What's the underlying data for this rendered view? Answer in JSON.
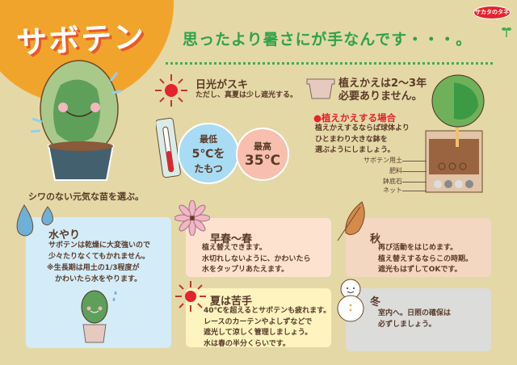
{
  "header": {
    "title": "サボテン",
    "subtitle": "思ったより暑さにが手なんです・・・。",
    "logo": "サカタのタネ"
  },
  "main_plant": {
    "caption": "シワのない元気な苗を選ぶ。"
  },
  "sunlight": {
    "title": "日光がスキ",
    "note": "ただし、真夏は少し遮光する。"
  },
  "temperature": {
    "min_label": "最低",
    "min_value": "5℃を",
    "min_suffix": "たもつ",
    "max_label": "最高",
    "max_value": "35℃"
  },
  "repot": {
    "title_line1": "植えかえは2〜3年",
    "title_line2": "必要ありません。",
    "case_title": "●植えかえする場合",
    "case_lines": [
      "植えかえするならば球体より",
      "ひとまわり大きな鉢を",
      "選ぶようにしましょう。"
    ]
  },
  "pot_diagram": {
    "labels": [
      "サボテン用土",
      "肥料",
      "鉢底石",
      "ネット"
    ]
  },
  "watering": {
    "title": "水やり",
    "lines": [
      "サボテンは乾燥に大変強いので",
      "少々たりなくてもかれません。"
    ],
    "note_lines": [
      "※生長期は用土の1/3程度が",
      "かわいたら水をやります。"
    ]
  },
  "spring": {
    "title": "早春〜春",
    "lines": [
      "植え替えできます。",
      "水切れしないように、かわいたら",
      "水をタップリあたえます。"
    ]
  },
  "summer": {
    "title": "夏は苦手",
    "lines": [
      "40℃を超えるとサボテンも疲れます。",
      "レースのカーテンやよしずなどで",
      "遮光して涼しく管理しましょう。",
      "水は春の半分くらいです。"
    ]
  },
  "autumn": {
    "title": "秋",
    "lines": [
      "再び活動をはじめます。",
      "植え替えするならこの時期。",
      "遮光もはずしてOKです。"
    ]
  },
  "winter": {
    "title": "冬",
    "lines": [
      "室内へ。日照の確保は",
      "必ずしましょう。"
    ]
  },
  "colors": {
    "background": "#e5d8a7",
    "orange": "#f1a42c",
    "green": "#2fa24a",
    "red": "#e5232c"
  }
}
